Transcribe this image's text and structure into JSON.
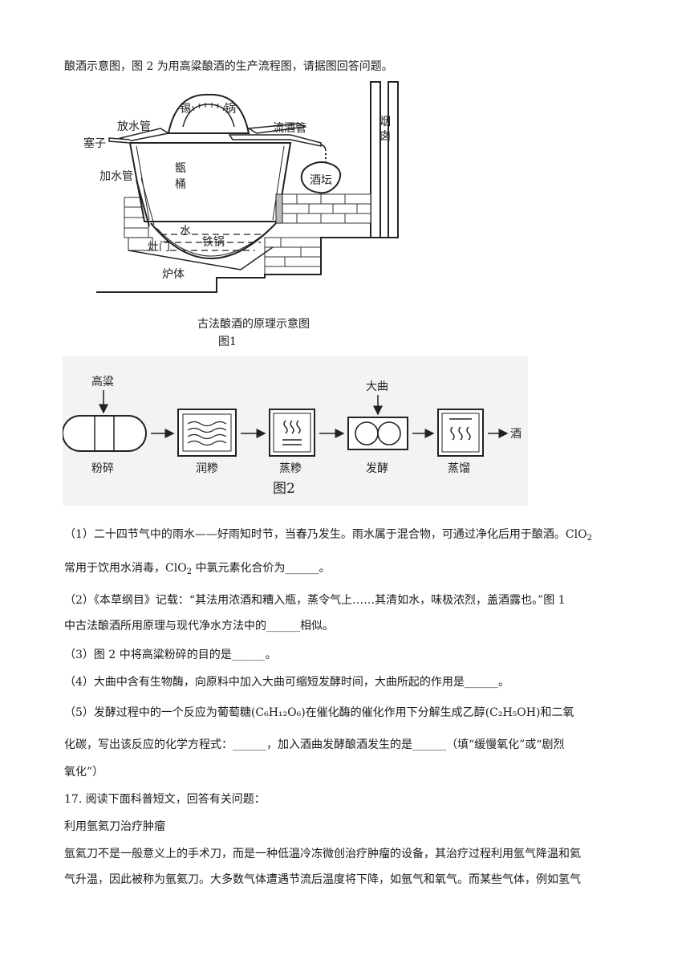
{
  "intro_line": "酿酒示意图，图 2 为用高粱酿酒的生产流程图，请据图回答问题。",
  "figure1": {
    "labels": {
      "tin_pot_1": "锡",
      "tin_pot_2": "锅",
      "drain_pipe": "放水管",
      "liquor_pipe": "流酒管",
      "chimney": "烟囱",
      "stopper": "塞子",
      "steamer_1": "甑",
      "steamer_2": "桶",
      "liquor_jar": "酒坛",
      "water_pipe": "加水管",
      "water": "水",
      "iron_pot": "铁锅",
      "stove_door": "灶门",
      "furnace": "炉体"
    },
    "caption_title": "古法酿酒的原理示意图",
    "caption_label": "图1"
  },
  "figure2": {
    "top_labels": {
      "sorghum": "高粱",
      "daqu": "大曲"
    },
    "steps": [
      "粉碎",
      "润糁",
      "蒸糁",
      "发酵",
      "蒸馏"
    ],
    "output": "酒",
    "caption": "图2"
  },
  "questions": {
    "q1_a": "（1）二十四节气中的雨水——好雨知时节，当春乃发生。雨水属于混合物，可通过净化后用于酿酒。ClO",
    "q1_a_sub": "2",
    "q1_b_pre": "常用于饮用水消毒，ClO",
    "q1_b_sub": "2",
    "q1_b_post": " 中氯元素化合价为______。",
    "q2_a": "（2）《本草纲目》记载：“其法用浓酒和糟入瓶，蒸令气上……其清如水，味极浓烈，盖酒露也。”图 1",
    "q2_b": "中古法酿酒所用原理与现代净水方法中的______相似。",
    "q3": "（3）图 2 中将高粱粉碎的目的是______。",
    "q4": "（4）大曲中含有生物酶，向原料中加入大曲可缩短发酵时间，大曲所起的作用是______。",
    "q5_pre": "（5）发酵过程中的一个反应为葡萄糖",
    "q5_glucose": "(C₆H₁₂O₆)",
    "q5_mid": "在催化酶的催化作用下分解生成乙醇",
    "q5_ethanol": "(C₂H₅OH)",
    "q5_post": "和二氧",
    "q5_b": "化碳，写出该反应的化学方程式：______，加入酒曲发酵酿酒发生的是______（填“缓慢氧化”或“剧烈",
    "q5_c": "氧化”）"
  },
  "section17": {
    "heading": "17. 阅读下面科普短文，回答有关问题：",
    "title": "利用氩氦刀治疗肿瘤",
    "para_1": "氩氦刀不是一般意义上的手术刀，而是一种低温冷冻微创治疗肿瘤的设备，其治疗过程利用氩气降温和氦",
    "para_2": "气升温，因此被称为氩氦刀。大多数气体遭遇节流后温度将下降，如氩气和氧气。而某些气体，例如氢气"
  }
}
